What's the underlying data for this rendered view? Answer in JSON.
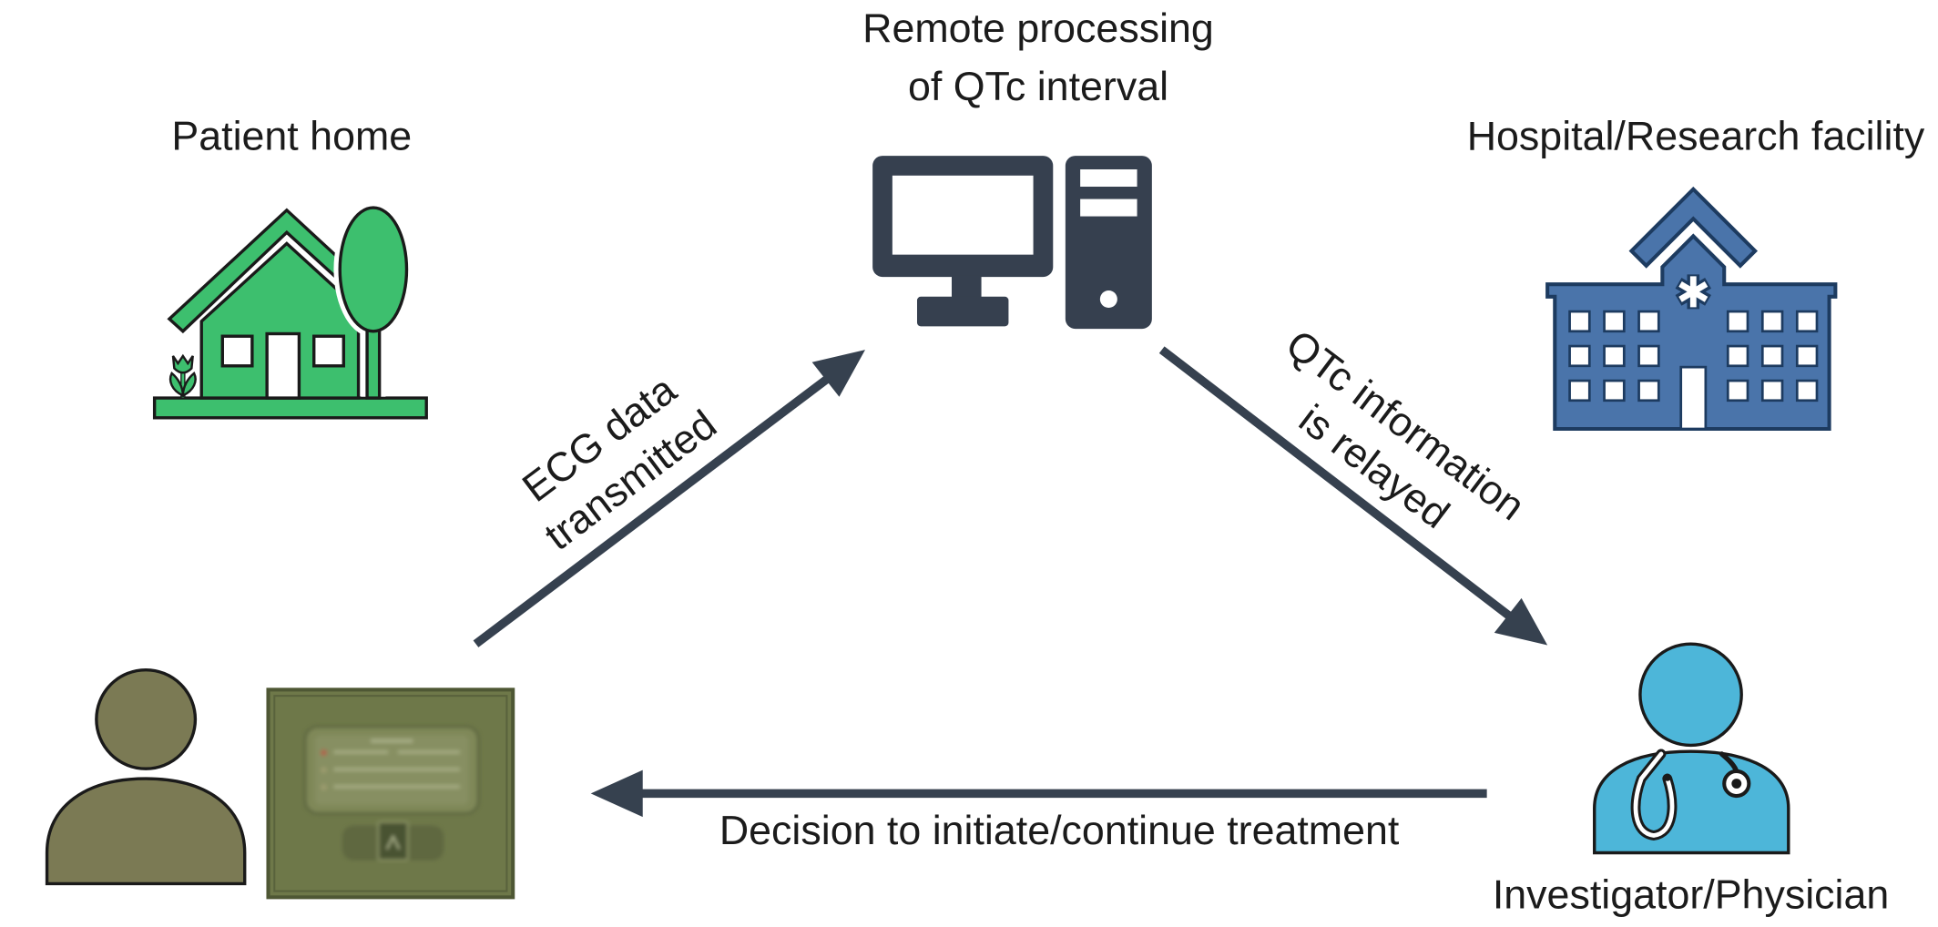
{
  "nodes": {
    "remote_processing": {
      "line1": "Remote processing",
      "line2": "of QTc interval",
      "icon": "computer-icon"
    },
    "patient_home": {
      "label": "Patient home",
      "icon": "house-icon"
    },
    "hospital": {
      "label": "Hospital/Research facility",
      "icon": "hospital-icon"
    },
    "patient": {
      "icon": "person-icon",
      "device_icon": "ecg-device-icon"
    },
    "investigator": {
      "label": "Investigator/Physician",
      "icon": "physician-icon"
    }
  },
  "edges": {
    "ecg_transmitted": {
      "line1": "ECG data",
      "line2": "transmitted"
    },
    "qtc_relayed": {
      "line1": "QTc information",
      "line2": "is relayed"
    },
    "decision": {
      "label": "Decision to initiate/continue treatment"
    }
  },
  "colors": {
    "arrow": "#36414f",
    "house": "#3dbf6e",
    "computer": "#36404f",
    "hospital": "#4a74aa",
    "hospital_outline": "#1d3b60",
    "patient": "#7b7a54",
    "ecg_device": "#6e7849",
    "physician": "#4db6d9"
  }
}
